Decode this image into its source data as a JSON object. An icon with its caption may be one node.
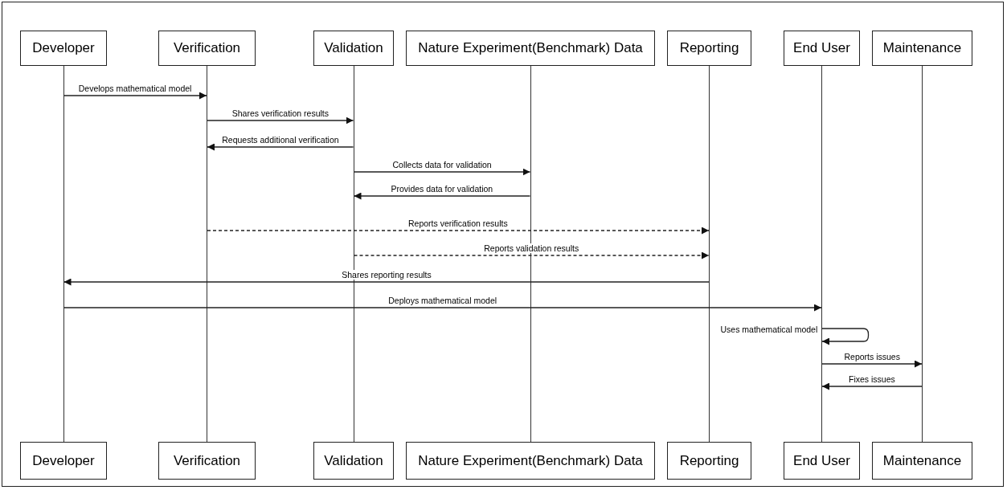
{
  "diagram": {
    "nodes": [
      {
        "text": [
          "Developer"
        ]
      },
      {
        "text": [
          "Verification"
        ]
      },
      {
        "text": [
          "Validation"
        ]
      },
      {
        "text": [
          "Nature Experiment(Benchmark) Data"
        ]
      },
      {
        "text": [
          "Reporting"
        ]
      },
      {
        "text": [
          "End User"
        ]
      },
      {
        "text": [
          "Maintenance"
        ]
      },
      {
        "text": [
          "Developer"
        ]
      },
      {
        "text": [
          "Verification"
        ]
      },
      {
        "text": [
          "Validation"
        ]
      },
      {
        "text": [
          "Nature Experiment(Benchmark) Data"
        ]
      },
      {
        "text": [
          "Reporting"
        ]
      },
      {
        "text": [
          "End User"
        ]
      },
      {
        "text": [
          "Maintenance"
        ]
      },
      {
        "text": [],
        "shape": "line"
      },
      {
        "text": [],
        "shape": "line"
      },
      {
        "text": [],
        "shape": "line"
      },
      {
        "text": [],
        "shape": "line"
      },
      {
        "text": [],
        "shape": "line"
      },
      {
        "text": [],
        "shape": "line"
      },
      {
        "text": [],
        "shape": "line"
      }
    ],
    "edges": [
      {
        "from": 14,
        "to": 15,
        "label": "Develops mathematical model",
        "arrow": "to"
      },
      {
        "from": 15,
        "to": 16,
        "label": "Shares verification results",
        "arrow": "to"
      },
      {
        "from": 16,
        "to": 15,
        "label": "Requests additional verification",
        "arrow": "to"
      },
      {
        "from": 16,
        "to": 17,
        "label": "Collects data for validation",
        "arrow": "to"
      },
      {
        "from": 17,
        "to": 16,
        "label": "Provides data for validation",
        "arrow": "to"
      },
      {
        "from": 15,
        "to": 18,
        "label": "Reports verification results",
        "arrow": "to",
        "style": "dashed"
      },
      {
        "from": 16,
        "to": 18,
        "label": "Reports validation results",
        "arrow": "to",
        "style": "dashed"
      },
      {
        "from": 18,
        "to": 14,
        "label": "Shares reporting results",
        "arrow": "to"
      },
      {
        "from": 14,
        "to": 19,
        "label": "Deploys mathematical model",
        "arrow": "to"
      },
      {
        "from": 19,
        "to": 19,
        "label": "Uses mathematical model",
        "arrow": "to"
      },
      {
        "from": 19,
        "to": 20,
        "label": "Reports issues",
        "arrow": "to"
      },
      {
        "from": 20,
        "to": 19,
        "label": "Fixes issues",
        "arrow": "to"
      }
    ]
  }
}
